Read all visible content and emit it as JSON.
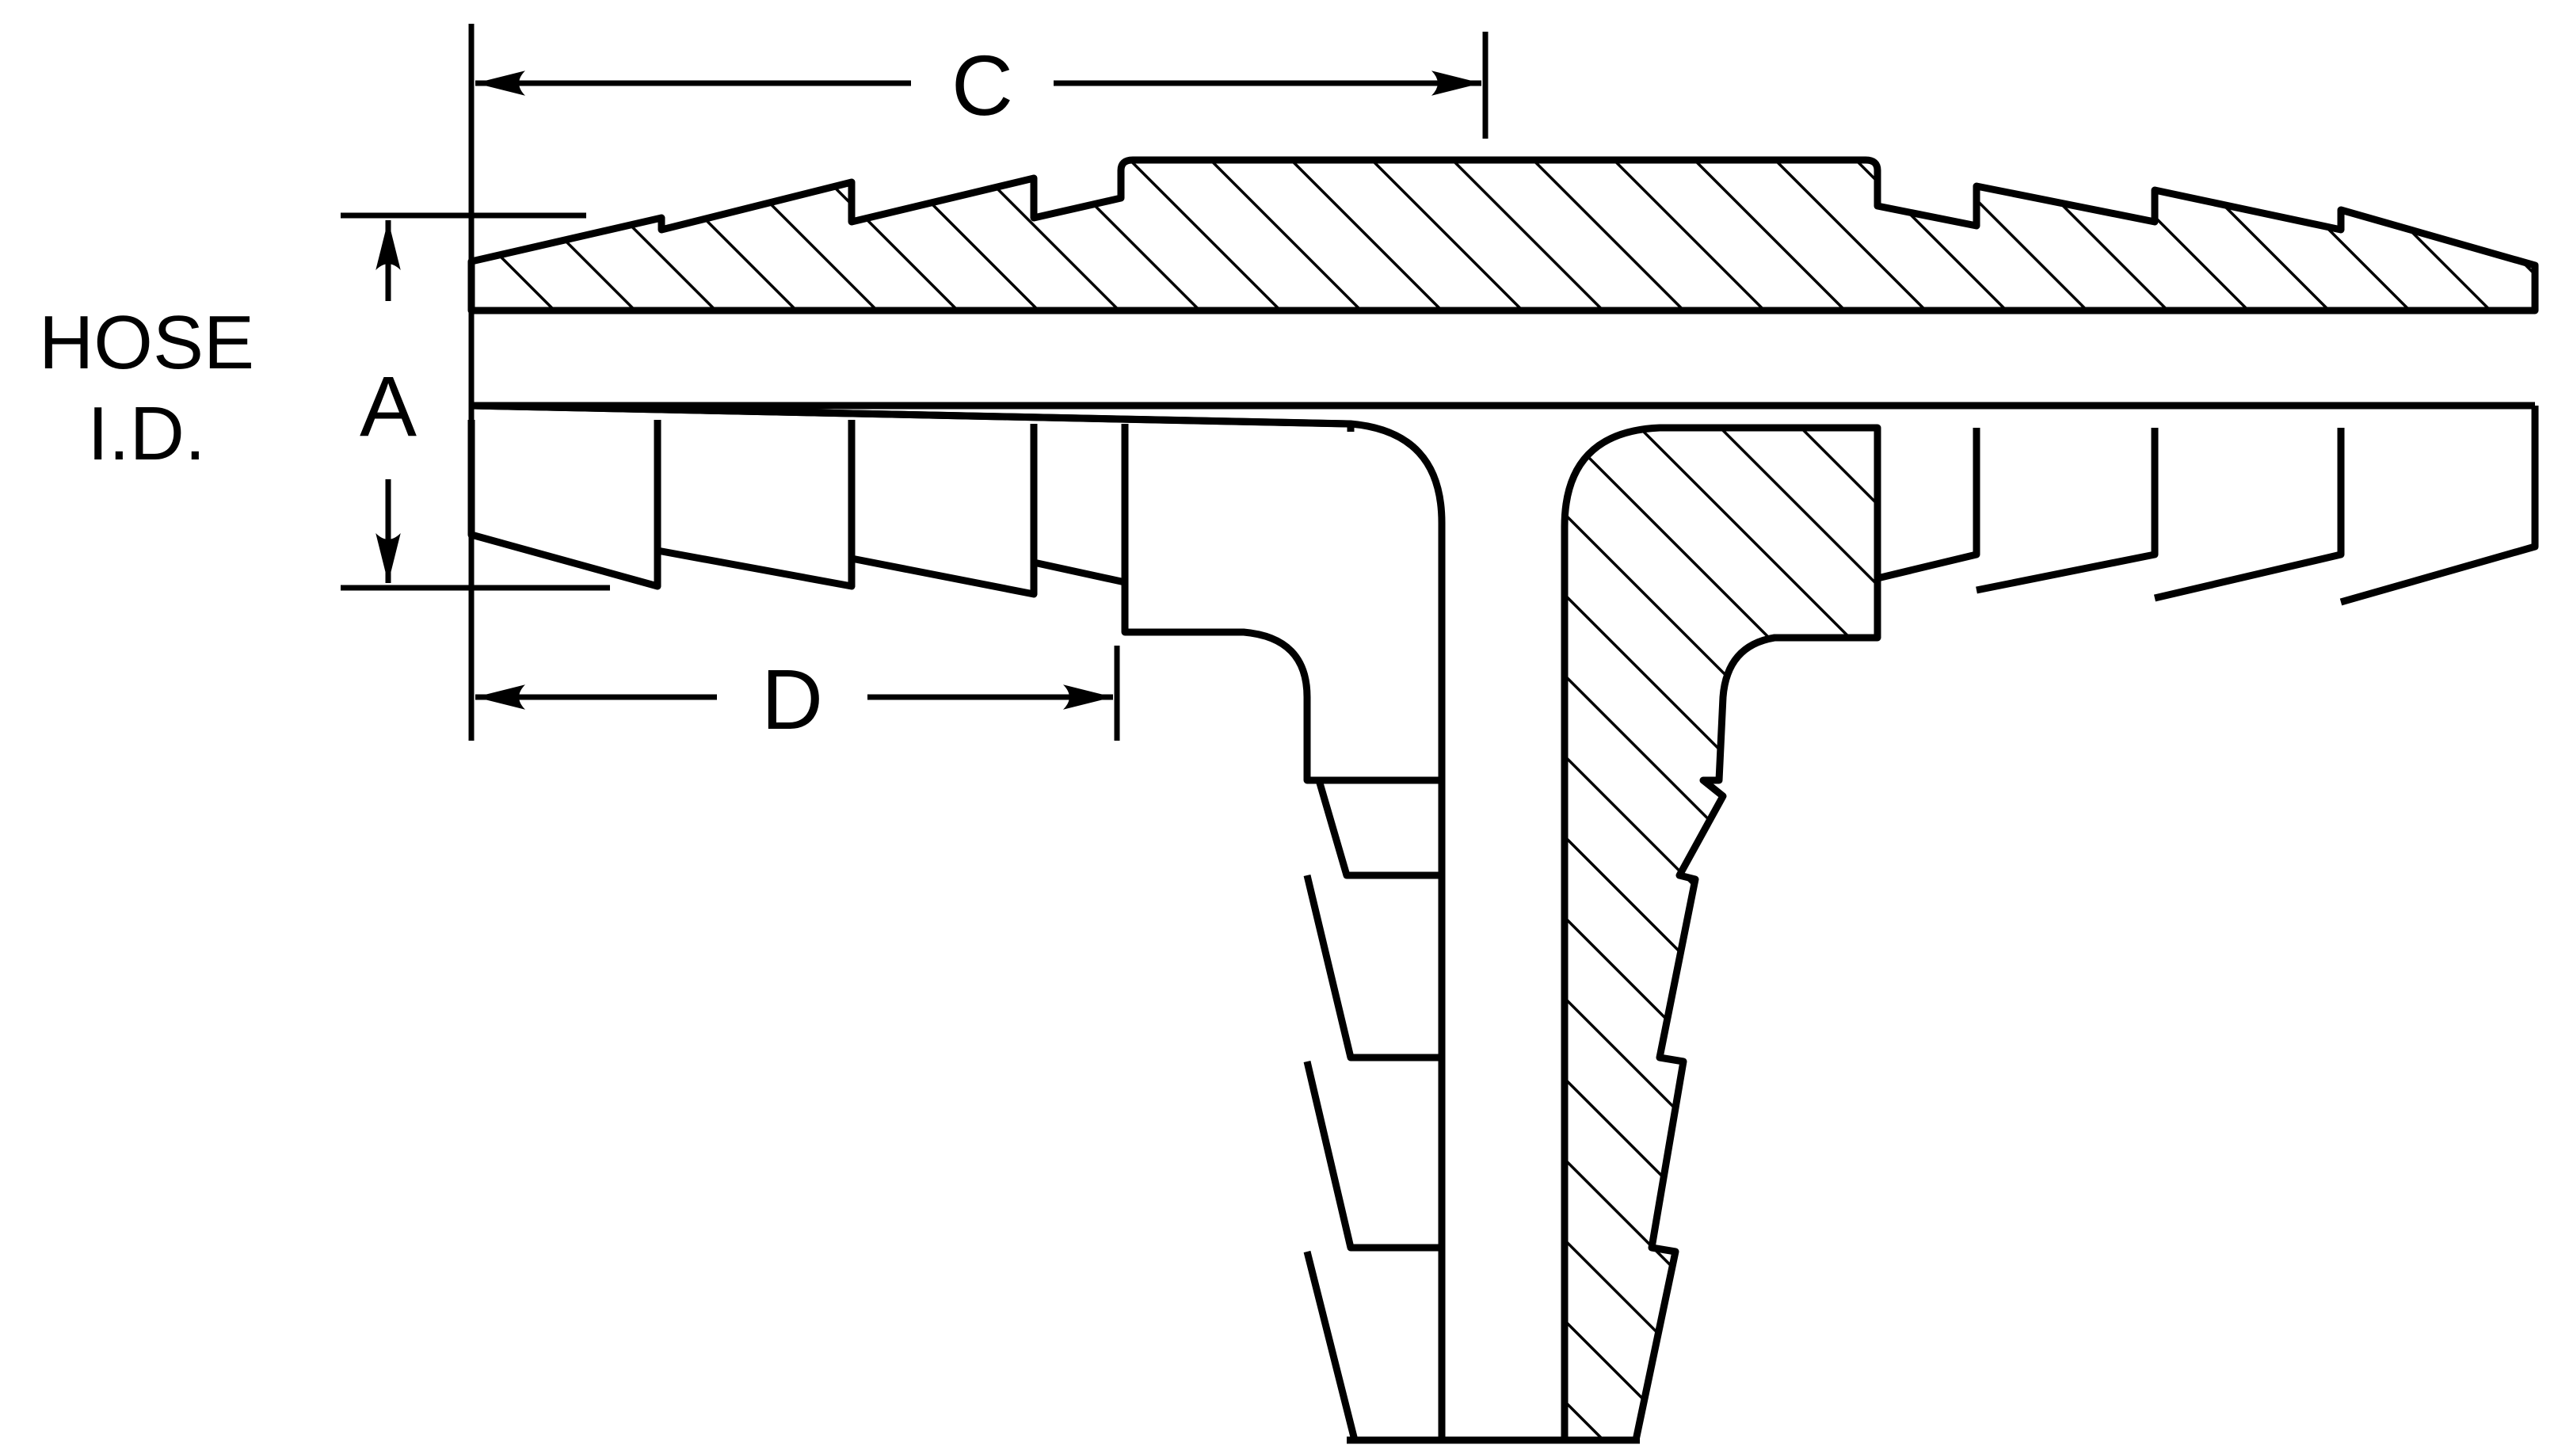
{
  "diagram": {
    "labels": {
      "hose_line1": "HOSE",
      "hose_line2": "I.D.",
      "dim_a": "A",
      "dim_c": "C",
      "dim_d": "D"
    },
    "colors": {
      "ink": "#000000",
      "paper": "#ffffff"
    }
  }
}
